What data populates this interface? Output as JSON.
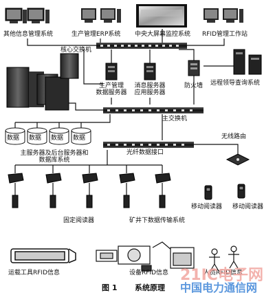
{
  "top": {
    "other_info": "其他信息管理系统",
    "erp": "生产管理ERP系统",
    "screen": "中央大屏幕监控系统",
    "rfid_station": "RFID管理工作站"
  },
  "core_switch": "核心交换机",
  "servers": {
    "prod_data": [
      "生产管理",
      "数据服务器"
    ],
    "msg_app": [
      "消息服务器",
      "应用服务器"
    ],
    "firewall": "防火墙",
    "remote": "远程领导查询系统"
  },
  "main_switch": "主交换机",
  "database_label": "数据",
  "main_servers": [
    "主服务器及后台服务器和",
    "数据库系统"
  ],
  "wireless_router": "无线路由",
  "fiber_port": "光纤数据接口",
  "readers": {
    "fixed": "固定阅读器",
    "underground": "矿井下数据传输系统",
    "mobile": "移动阅读器"
  },
  "rfid_info": {
    "vehicle": "运载工具RFID信息",
    "equipment": "设备RFID信息",
    "personnel": "人员RFID信息"
  },
  "caption": {
    "figure": "图 1",
    "title": "系统原理"
  },
  "watermark": {
    "line1": "21IC电子网",
    "line2": "中国电力通信网"
  }
}
